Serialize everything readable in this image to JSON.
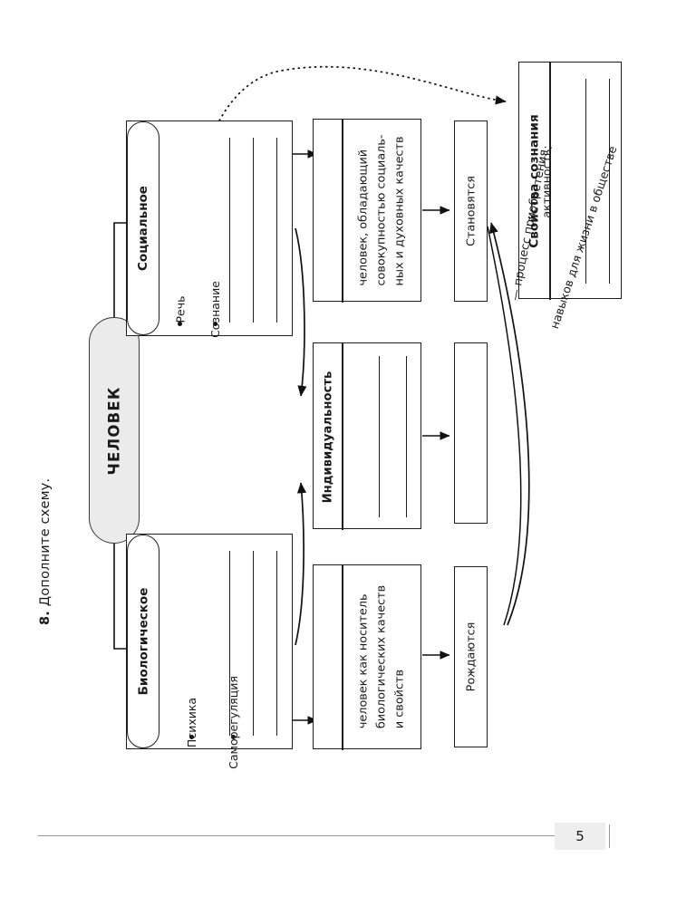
{
  "page": {
    "number": "5",
    "task_number": "8.",
    "task_text": "Дополните схему."
  },
  "diagram": {
    "center": {
      "label": "ЧЕЛОВЕК"
    },
    "social": {
      "title": "Социальное",
      "bullets": [
        "Речь",
        "Сознание"
      ],
      "blank_lines": 3
    },
    "biological": {
      "title": "Биологическое",
      "bullets": [
        "Психика",
        "Саморегуляция"
      ],
      "blank_lines": 3
    },
    "individuality": {
      "title": "Индивидуальность",
      "blank_lines": 2
    },
    "social_desc": {
      "text": "человек, обладающий\nсовокупностью социаль-\nных и духовных качеств"
    },
    "biological_desc": {
      "text": "человек как носитель\nбиологических качеств\nи свойств"
    },
    "individuality_desc": {
      "text": ""
    },
    "become": {
      "label": "Становятся"
    },
    "born": {
      "label": "Рождаются"
    },
    "properties": {
      "title": "Свойства сознания",
      "items": [
        "активность;"
      ],
      "blank_lines": 2
    },
    "socialization_caption": {
      "line1": "— процесс приобретения",
      "line2": "навыков для жизни в обществе"
    }
  }
}
